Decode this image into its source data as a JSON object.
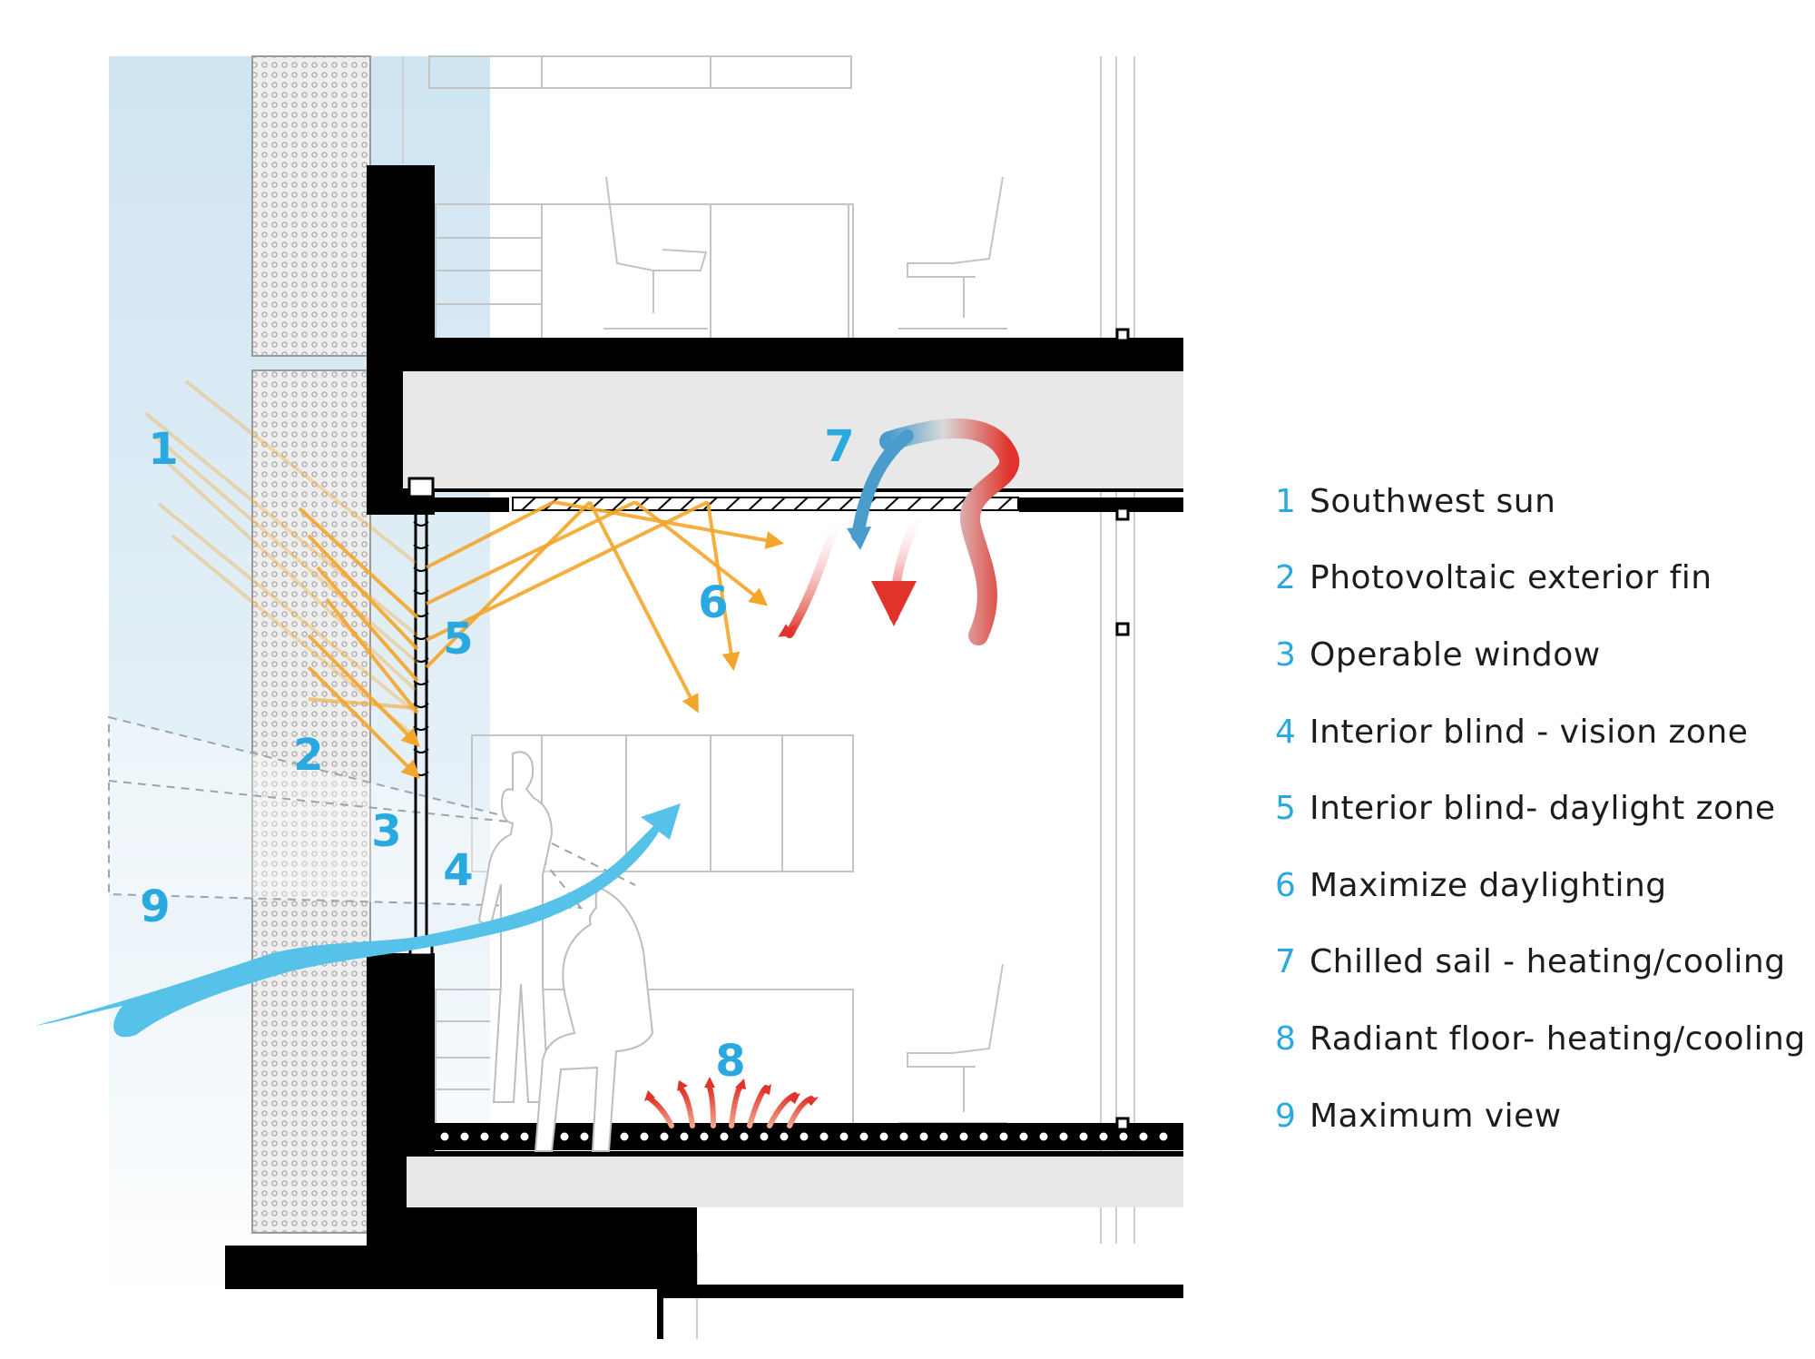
{
  "colors": {
    "callout": "#2aa9e0",
    "sun_rays": "#f4a52b",
    "view_arrow": "#56c2ea",
    "heat": "#e0332b",
    "structure": "#000000"
  },
  "callouts": [
    "1",
    "2",
    "3",
    "4",
    "5",
    "6",
    "7",
    "8",
    "9"
  ],
  "legend": [
    {
      "num": "1",
      "label": "Southwest sun"
    },
    {
      "num": "2",
      "label": "Photovoltaic exterior fin"
    },
    {
      "num": "3",
      "label": "Operable window"
    },
    {
      "num": "4",
      "label": "Interior blind - vision zone"
    },
    {
      "num": "5",
      "label": "Interior blind- daylight zone"
    },
    {
      "num": "6",
      "label": "Maximize daylighting"
    },
    {
      "num": "7",
      "label": "Chilled sail - heating/cooling"
    },
    {
      "num": "8",
      "label": "Radiant floor- heating/cooling"
    },
    {
      "num": "9",
      "label": "Maximum view"
    }
  ]
}
